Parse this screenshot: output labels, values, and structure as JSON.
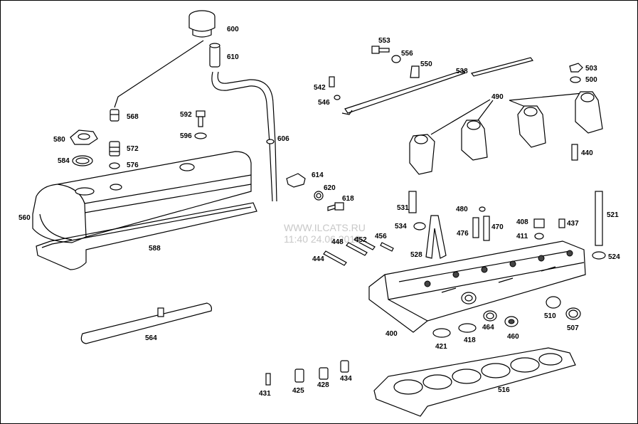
{
  "watermark": {
    "line1": "WWW.ILCATS.RU",
    "line2": "11:40 24.06.2013"
  },
  "callouts": [
    {
      "id": "600",
      "label": "600"
    },
    {
      "id": "610",
      "label": "610"
    },
    {
      "id": "568",
      "label": "568"
    },
    {
      "id": "580",
      "label": "580"
    },
    {
      "id": "572",
      "label": "572"
    },
    {
      "id": "584",
      "label": "584"
    },
    {
      "id": "576",
      "label": "576"
    },
    {
      "id": "592",
      "label": "592"
    },
    {
      "id": "596",
      "label": "596"
    },
    {
      "id": "606",
      "label": "606"
    },
    {
      "id": "560",
      "label": "560"
    },
    {
      "id": "588",
      "label": "588"
    },
    {
      "id": "614",
      "label": "614"
    },
    {
      "id": "620",
      "label": "620"
    },
    {
      "id": "618",
      "label": "618"
    },
    {
      "id": "553",
      "label": "553"
    },
    {
      "id": "556",
      "label": "556"
    },
    {
      "id": "550",
      "label": "550"
    },
    {
      "id": "538",
      "label": "538"
    },
    {
      "id": "542",
      "label": "542"
    },
    {
      "id": "546",
      "label": "546"
    },
    {
      "id": "490",
      "label": "490"
    },
    {
      "id": "503",
      "label": "503"
    },
    {
      "id": "500",
      "label": "500"
    },
    {
      "id": "440",
      "label": "440"
    },
    {
      "id": "531",
      "label": "531"
    },
    {
      "id": "480",
      "label": "480"
    },
    {
      "id": "534",
      "label": "534"
    },
    {
      "id": "476",
      "label": "476"
    },
    {
      "id": "470",
      "label": "470"
    },
    {
      "id": "408",
      "label": "408"
    },
    {
      "id": "437",
      "label": "437"
    },
    {
      "id": "411",
      "label": "411"
    },
    {
      "id": "521",
      "label": "521"
    },
    {
      "id": "452",
      "label": "452"
    },
    {
      "id": "456",
      "label": "456"
    },
    {
      "id": "448",
      "label": "448"
    },
    {
      "id": "444",
      "label": "444"
    },
    {
      "id": "528",
      "label": "528"
    },
    {
      "id": "524",
      "label": "524"
    },
    {
      "id": "564",
      "label": "564"
    },
    {
      "id": "400",
      "label": "400"
    },
    {
      "id": "464",
      "label": "464"
    },
    {
      "id": "460",
      "label": "460"
    },
    {
      "id": "510",
      "label": "510"
    },
    {
      "id": "507",
      "label": "507"
    },
    {
      "id": "421",
      "label": "421"
    },
    {
      "id": "418",
      "label": "418"
    },
    {
      "id": "431",
      "label": "431"
    },
    {
      "id": "425",
      "label": "425"
    },
    {
      "id": "428",
      "label": "428"
    },
    {
      "id": "434",
      "label": "434"
    },
    {
      "id": "516",
      "label": "516"
    }
  ]
}
